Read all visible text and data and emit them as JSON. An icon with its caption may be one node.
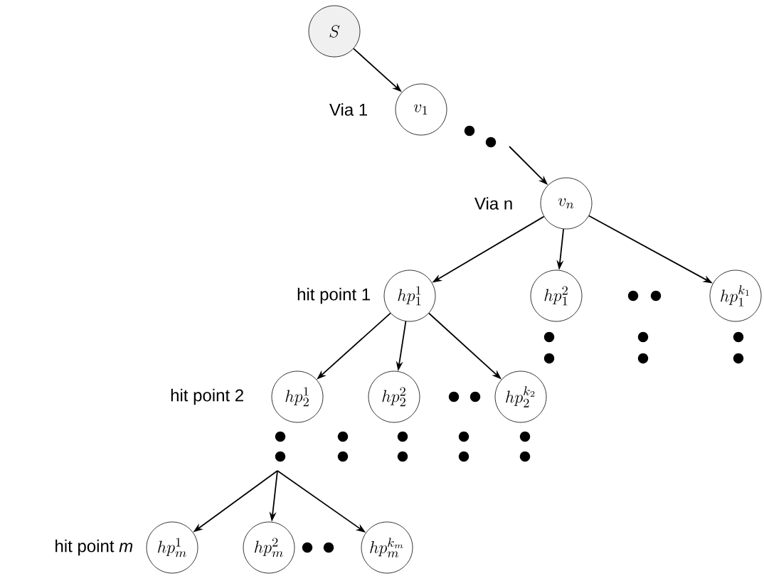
{
  "diagram": {
    "nodes": [
      {
        "text": [
          "S"
        ]
      },
      {
        "text": [
          "v_1"
        ],
        "beside": [
          "Via 1"
        ]
      },
      {
        "text": [
          "v_n"
        ],
        "beside": [
          "Via n"
        ]
      },
      {
        "text": [
          "hp_1^1"
        ],
        "beside": [
          "hit point 1"
        ]
      },
      {
        "text": [
          "hp_1^2"
        ]
      },
      {
        "text": [
          "hp_1^{k_1}"
        ]
      },
      {
        "text": [
          "hp_2^1"
        ],
        "beside": [
          "hit point 2"
        ]
      },
      {
        "text": [
          "hp_2^2"
        ]
      },
      {
        "text": [
          "hp_2^{k_2}"
        ]
      },
      {
        "text": [
          "hp_m^1"
        ],
        "beside": [
          "hit point *m*"
        ]
      },
      {
        "text": [
          "hp_m^2"
        ]
      },
      {
        "text": [
          "hp_m^{k_m}"
        ]
      }
    ],
    "edges": [
      {
        "from": 0,
        "to": 1,
        "arrow": "to"
      },
      {
        "from": null,
        "to": 2,
        "arrow": "to"
      },
      {
        "from": 2,
        "to": 3,
        "arrow": "to"
      },
      {
        "from": 2,
        "to": 4,
        "arrow": "to"
      },
      {
        "from": 2,
        "to": 5,
        "arrow": "to"
      },
      {
        "from": 3,
        "to": 6,
        "arrow": "to"
      },
      {
        "from": 3,
        "to": 7,
        "arrow": "to"
      },
      {
        "from": 3,
        "to": 8,
        "arrow": "to"
      },
      {
        "from": null,
        "to": 9,
        "arrow": "to"
      },
      {
        "from": null,
        "to": 10,
        "arrow": "to"
      },
      {
        "from": null,
        "to": 11,
        "arrow": "to"
      }
    ]
  }
}
